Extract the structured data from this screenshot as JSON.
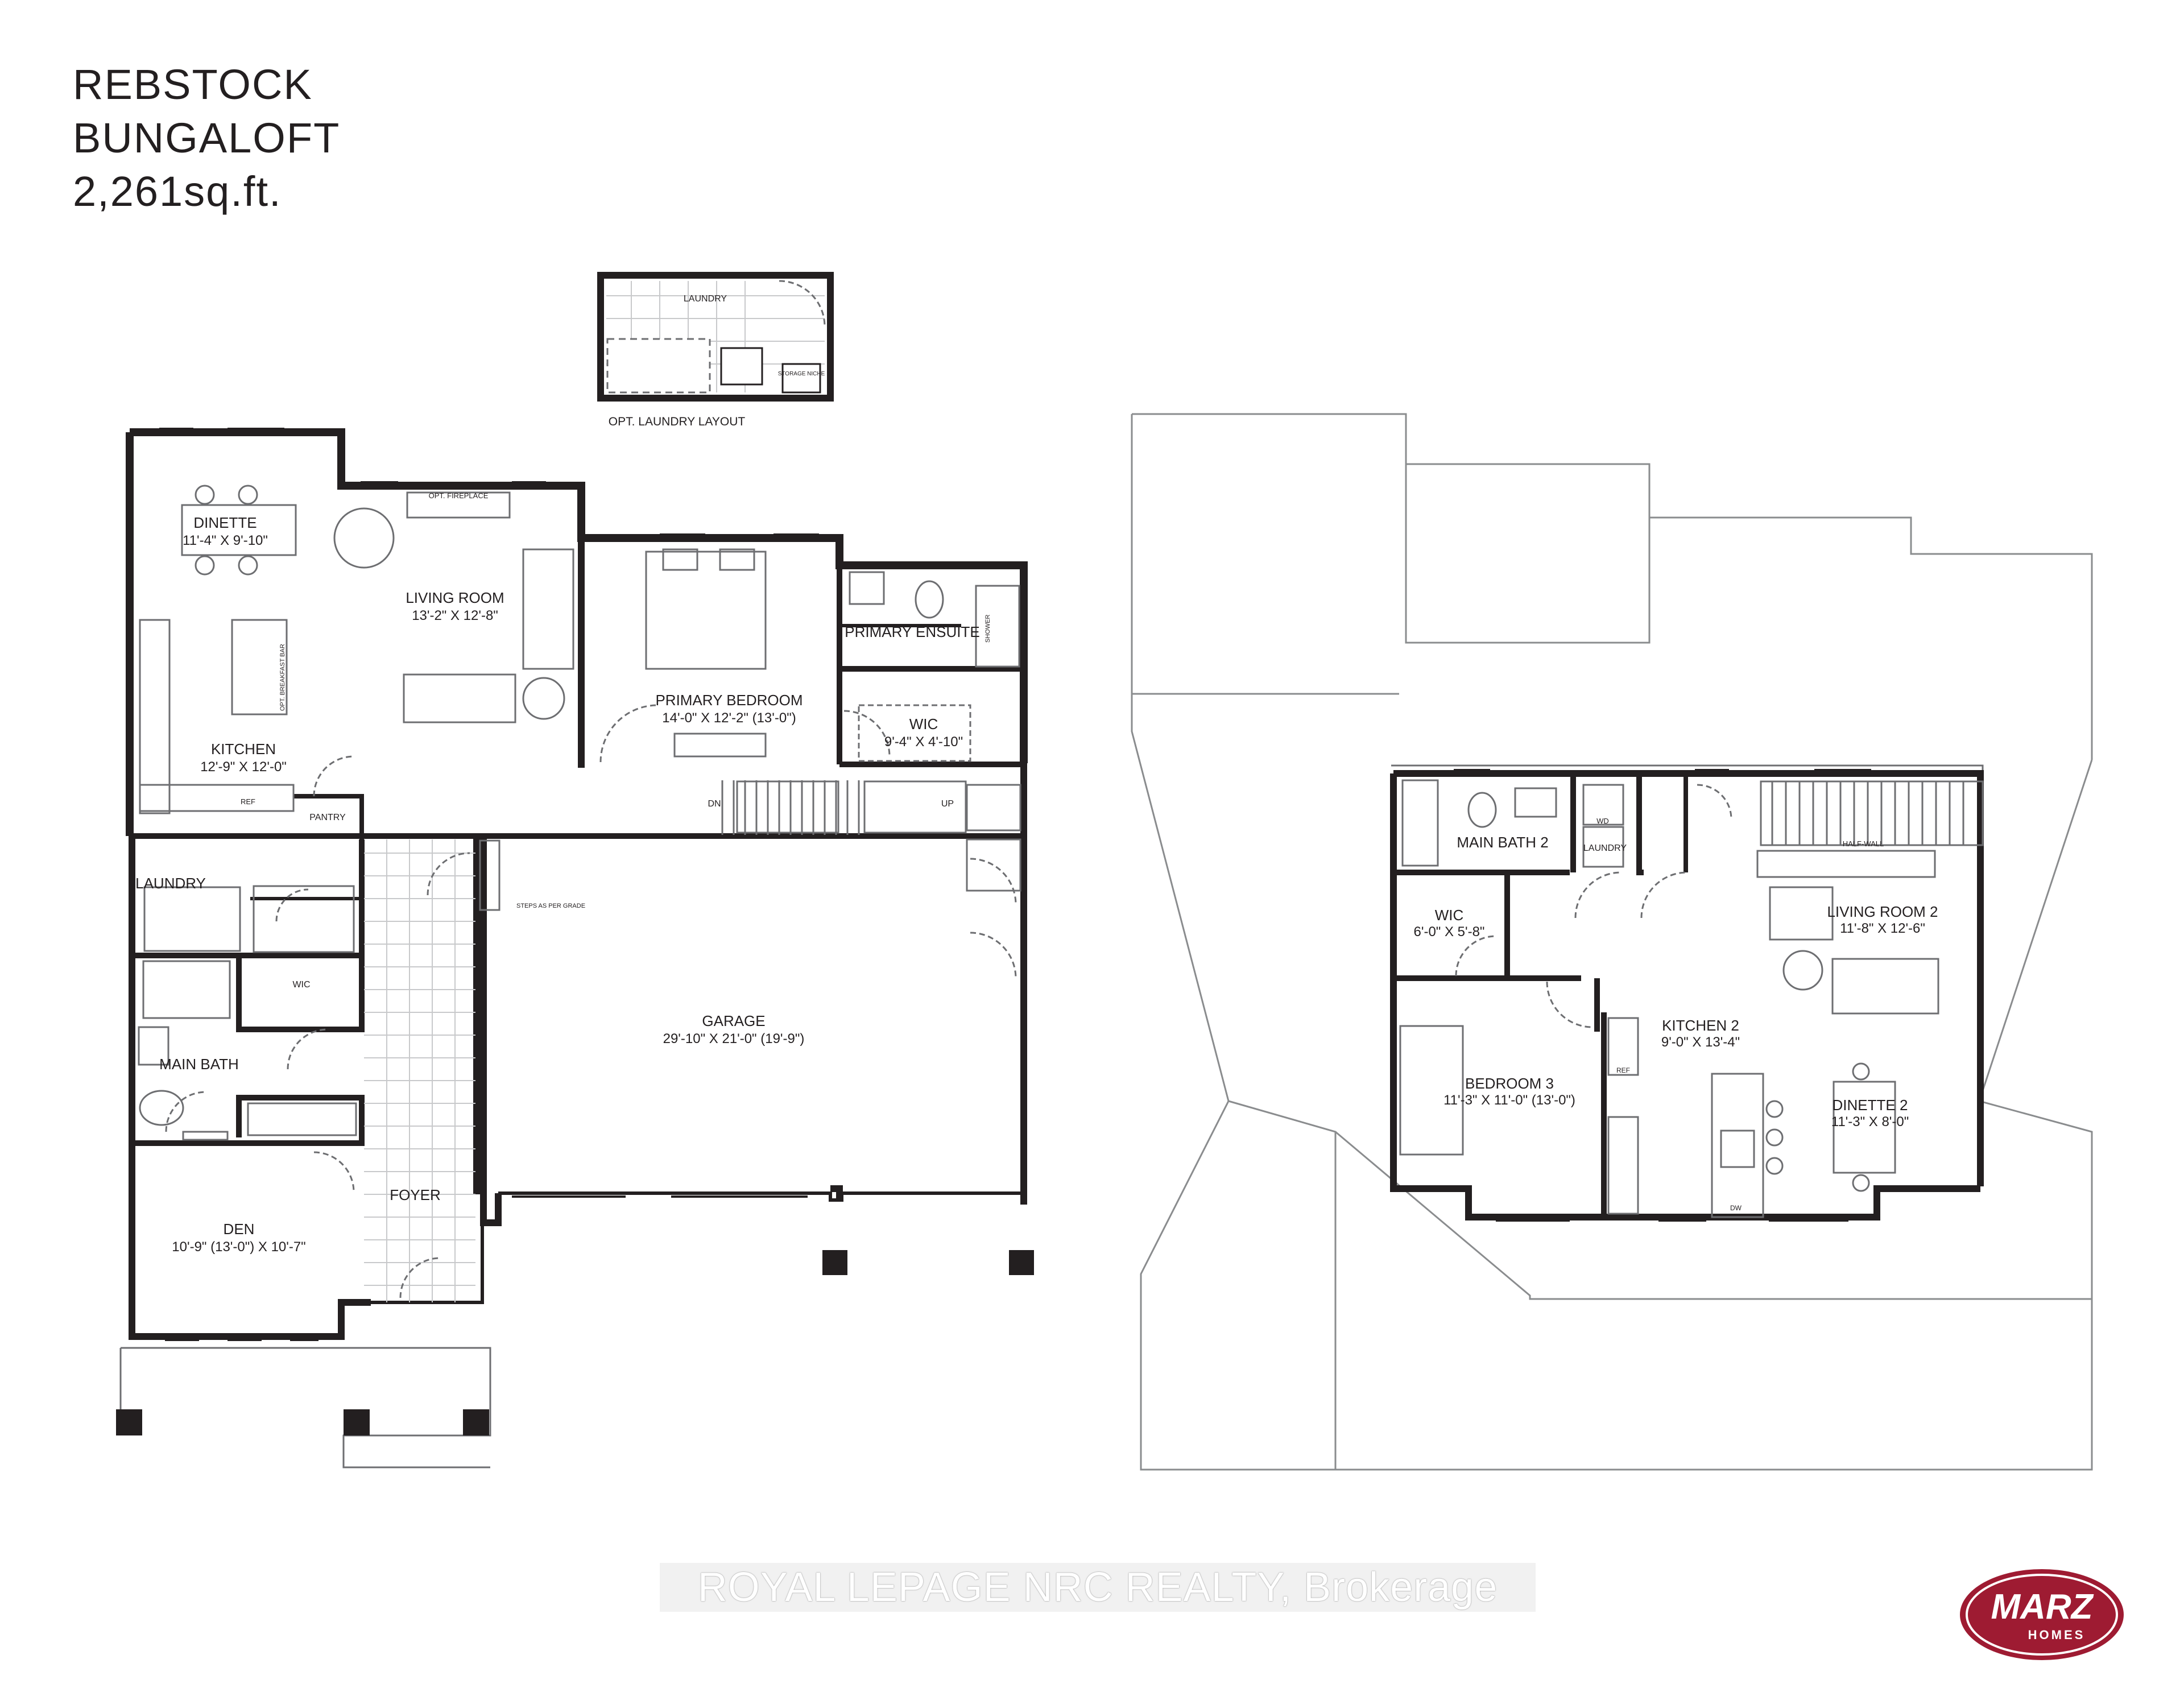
{
  "title": {
    "line1": "REBSTOCK",
    "line2": "BUNGALOFT",
    "line3": "2,261sq.ft."
  },
  "laundry_option": {
    "room": "LAUNDRY",
    "caption": "OPT. LAUNDRY LAYOUT",
    "storage": "STORAGE NICHE"
  },
  "main_floor": {
    "dinette": {
      "name": "DINETTE",
      "dims": "11'-4\" X 9'-10\""
    },
    "living_room": {
      "name": "LIVING ROOM",
      "dims": "13'-2\" X 12'-8\"",
      "fireplace": "OPT. FIREPLACE"
    },
    "kitchen": {
      "name": "KITCHEN",
      "dims": "12'-9\" X 12'-0\"",
      "fridge": "REF",
      "breakfast_bar": "OPT. BREAKFAST BAR"
    },
    "pantry": {
      "name": "PANTRY"
    },
    "primary_bedroom": {
      "name": "PRIMARY BEDROOM",
      "dims": "14'-0\" X 12'-2\" (13'-0\")"
    },
    "primary_ensuite": {
      "name": "PRIMARY ENSUITE",
      "shower": "SHOWER"
    },
    "wic_primary": {
      "name": "WIC",
      "dims": "9'-4\" X 4'-10\""
    },
    "stairs": {
      "down": "DN",
      "up": "UP"
    },
    "laundry": {
      "name": "LAUNDRY"
    },
    "wic": {
      "name": "WIC"
    },
    "main_bath": {
      "name": "MAIN BATH"
    },
    "garage": {
      "name": "GARAGE",
      "dims": "29'-10\" X 21'-0\" (19'-9\")",
      "steps": "STEPS AS PER GRADE"
    },
    "den": {
      "name": "DEN",
      "dims": "10'-9\" (13'-0\") X 10'-7\""
    },
    "foyer": {
      "name": "FOYER"
    }
  },
  "upper_floor": {
    "main_bath_2": {
      "name": "MAIN BATH 2"
    },
    "laundry": {
      "name": "LAUNDRY",
      "wd": "WD"
    },
    "half_wall": "HALF-WALL",
    "living_room_2": {
      "name": "LIVING ROOM 2",
      "dims": "11'-8\" X 12'-6\""
    },
    "wic": {
      "name": "WIC",
      "dims": "6'-0\" X 5'-8\""
    },
    "kitchen_2": {
      "name": "KITCHEN 2",
      "dims": "9'-0\" X 13'-4\"",
      "fridge": "REF",
      "dishwasher": "DW"
    },
    "bedroom_3": {
      "name": "BEDROOM 3",
      "dims": "11'-3\" X 11'-0\" (13'-0\")"
    },
    "dinette_2": {
      "name": "DINETTE 2",
      "dims": "11'-3\" X 8'-0\""
    }
  },
  "watermark": "ROYAL LEPAGE NRC REALTY, Brokerage",
  "logo": {
    "name": "MARZ",
    "sub": "HOMES",
    "color": "#9e1b32"
  },
  "colors": {
    "wall": "#231f20",
    "thin": "#6d6e71",
    "roof": "#8a8c8e"
  }
}
